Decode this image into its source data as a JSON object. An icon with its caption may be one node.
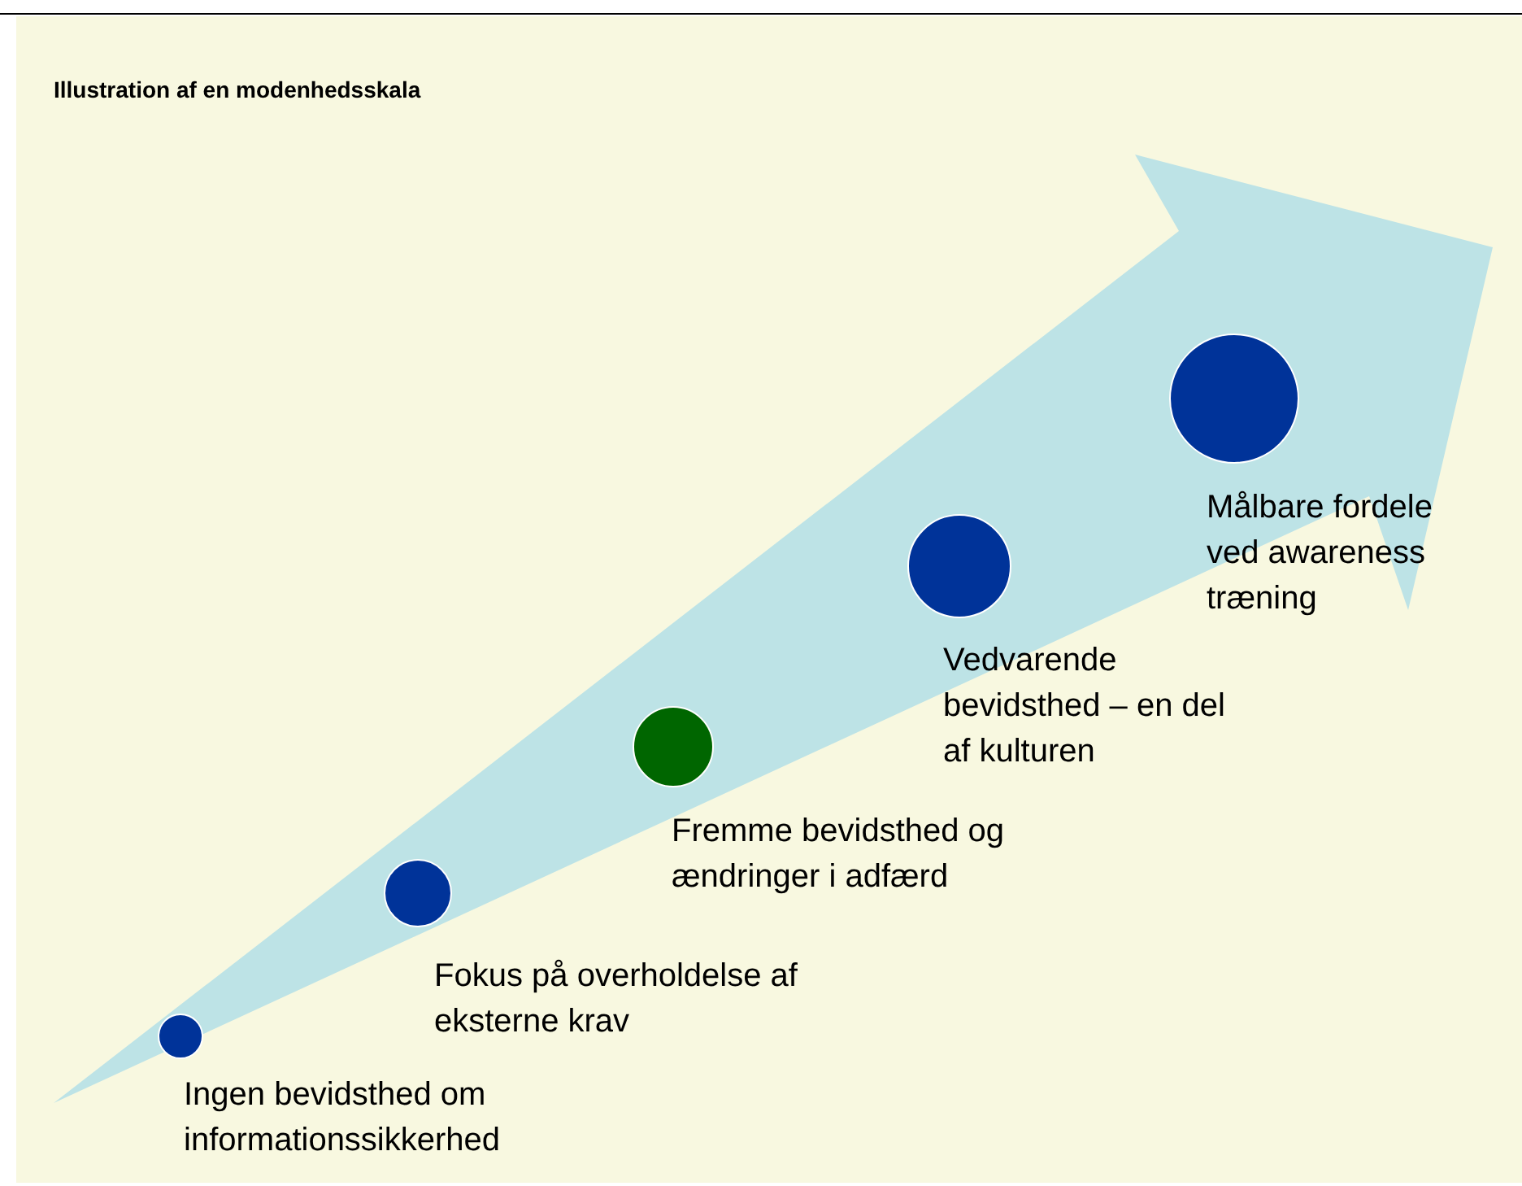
{
  "diagram": {
    "title": "Illustration af en modenhedsskala",
    "nodes": [
      {
        "text": [],
        "shape": "circle",
        "beside": [
          "Ingen bevidsthed om informationssikkerhed"
        ]
      },
      {
        "text": [],
        "shape": "circle",
        "beside": [
          "Fokus på overholdelse af eksterne krav"
        ]
      },
      {
        "text": [],
        "shape": "circle",
        "beside": [
          "Fremme bevidsthed og ændringer i adfærd"
        ]
      },
      {
        "text": [],
        "shape": "circle",
        "beside": [
          "Vedvarende bevidsthed – en del af kulturen"
        ]
      },
      {
        "text": [],
        "shape": "circle",
        "beside": [
          "Målbare fordele ved awareness træning"
        ]
      }
    ],
    "edges": []
  }
}
